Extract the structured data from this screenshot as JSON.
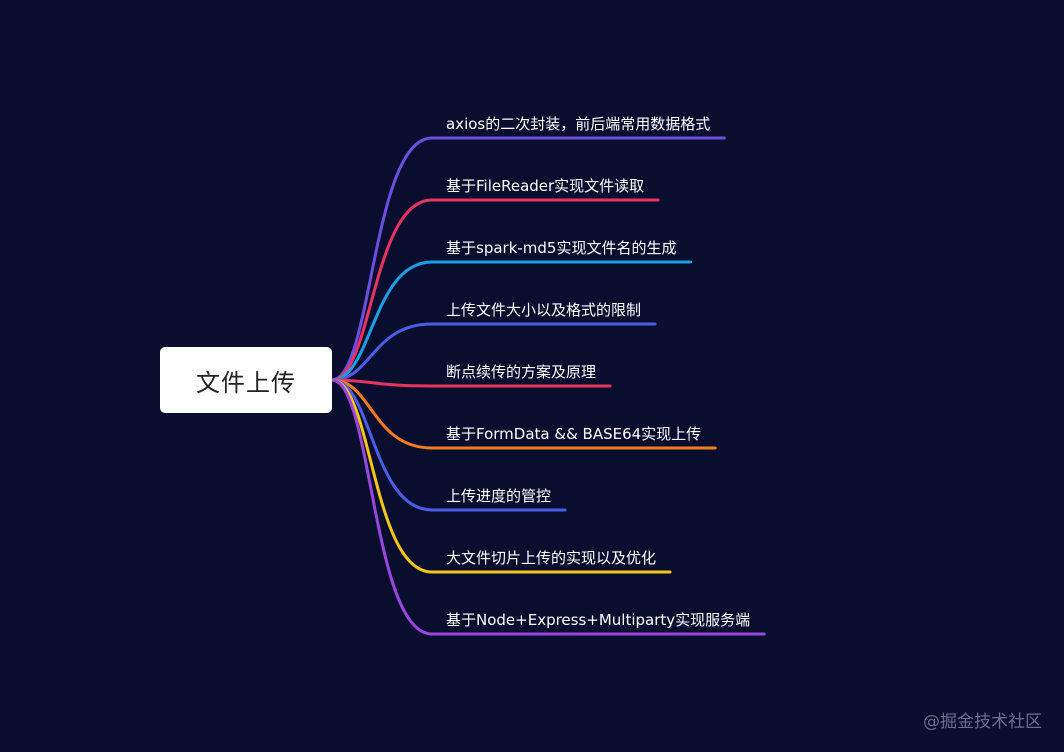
{
  "root": {
    "label": "文件上传"
  },
  "branches": [
    {
      "label": "axios的二次封装，前后端常用数据格式",
      "color": "#6c4ee0"
    },
    {
      "label": "基于FileReader实现文件读取",
      "color": "#e8325f"
    },
    {
      "label": "基于spark-md5实现文件名的生成",
      "color": "#1aa0e6"
    },
    {
      "label": "上传文件大小以及格式的限制",
      "color": "#4a5de8"
    },
    {
      "label": "断点续传的方案及原理",
      "color": "#e8325f"
    },
    {
      "label": "基于FormData && BASE64实现上传",
      "color": "#f57c1f"
    },
    {
      "label": "上传进度的管控",
      "color": "#4a5de8"
    },
    {
      "label": "大文件切片上传的实现以及优化",
      "color": "#f5c518"
    },
    {
      "label": "基于Node+Express+Multiparty实现服务端",
      "color": "#9b45e0"
    }
  ],
  "watermark": "@掘金技术社区"
}
